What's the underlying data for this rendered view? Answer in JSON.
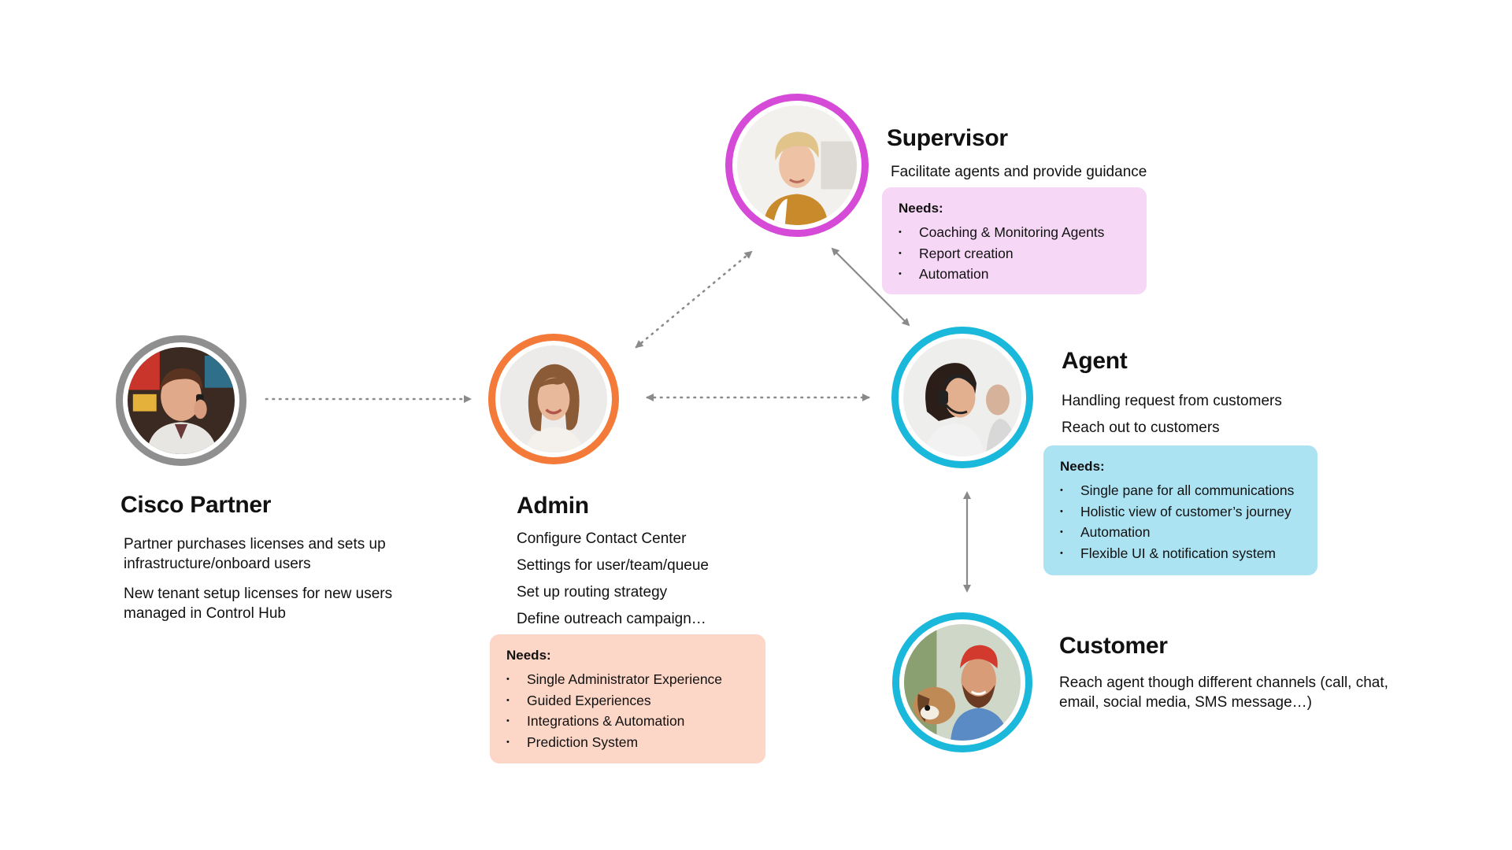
{
  "roles": {
    "cisco_partner": {
      "title": "Cisco Partner",
      "description_1": "Partner purchases licenses and sets up infrastructure/onboard users",
      "description_2": "New tenant setup licenses for new users managed in Control Hub",
      "ring_color": "#8f8f8f"
    },
    "admin": {
      "title": "Admin",
      "tasks": [
        "Configure Contact Center",
        "Settings for user/team/queue",
        "Set up routing strategy",
        "Define outreach campaign…"
      ],
      "needs_label": "Needs:",
      "needs": [
        "Single Administrator Experience",
        "Guided Experiences",
        "Integrations & Automation",
        "Prediction System"
      ],
      "ring_color": "#f47a3a",
      "box_color": "#fcd6c6"
    },
    "supervisor": {
      "title": "Supervisor",
      "subtitle": "Facilitate agents and provide guidance",
      "needs_label": "Needs:",
      "needs": [
        "Coaching & Monitoring Agents",
        "Report creation",
        "Automation"
      ],
      "ring_color": "#d54ad7",
      "box_color": "#f7d7f6"
    },
    "agent": {
      "title": "Agent",
      "tasks": [
        "Handling request from customers",
        "Reach out to customers"
      ],
      "needs_label": "Needs:",
      "needs": [
        "Single pane for all communications",
        "Holistic view of customer’s journey",
        "Automation",
        "Flexible UI & notification system"
      ],
      "ring_color": "#1ab8da",
      "box_color": "#ace3f3"
    },
    "customer": {
      "title": "Customer",
      "description": "Reach agent though different channels (call, chat, email, social media, SMS message…)",
      "ring_color": "#1ab8da"
    }
  },
  "connectors": [
    {
      "from": "cisco_partner",
      "to": "admin",
      "style": "dotted",
      "arrows": "end"
    },
    {
      "from": "admin",
      "to": "agent",
      "style": "dotted",
      "arrows": "both"
    },
    {
      "from": "admin",
      "to": "supervisor",
      "style": "dotted",
      "arrows": "both"
    },
    {
      "from": "supervisor",
      "to": "agent",
      "style": "solid",
      "arrows": "both"
    },
    {
      "from": "agent",
      "to": "customer",
      "style": "solid",
      "arrows": "both"
    }
  ],
  "icons": {
    "cisco_partner": "person-on-phone-photo",
    "admin": "smiling-woman-photo",
    "supervisor": "supervisor-woman-photo",
    "agent": "agent-headset-photo",
    "customer": "customer-with-dog-photo"
  }
}
